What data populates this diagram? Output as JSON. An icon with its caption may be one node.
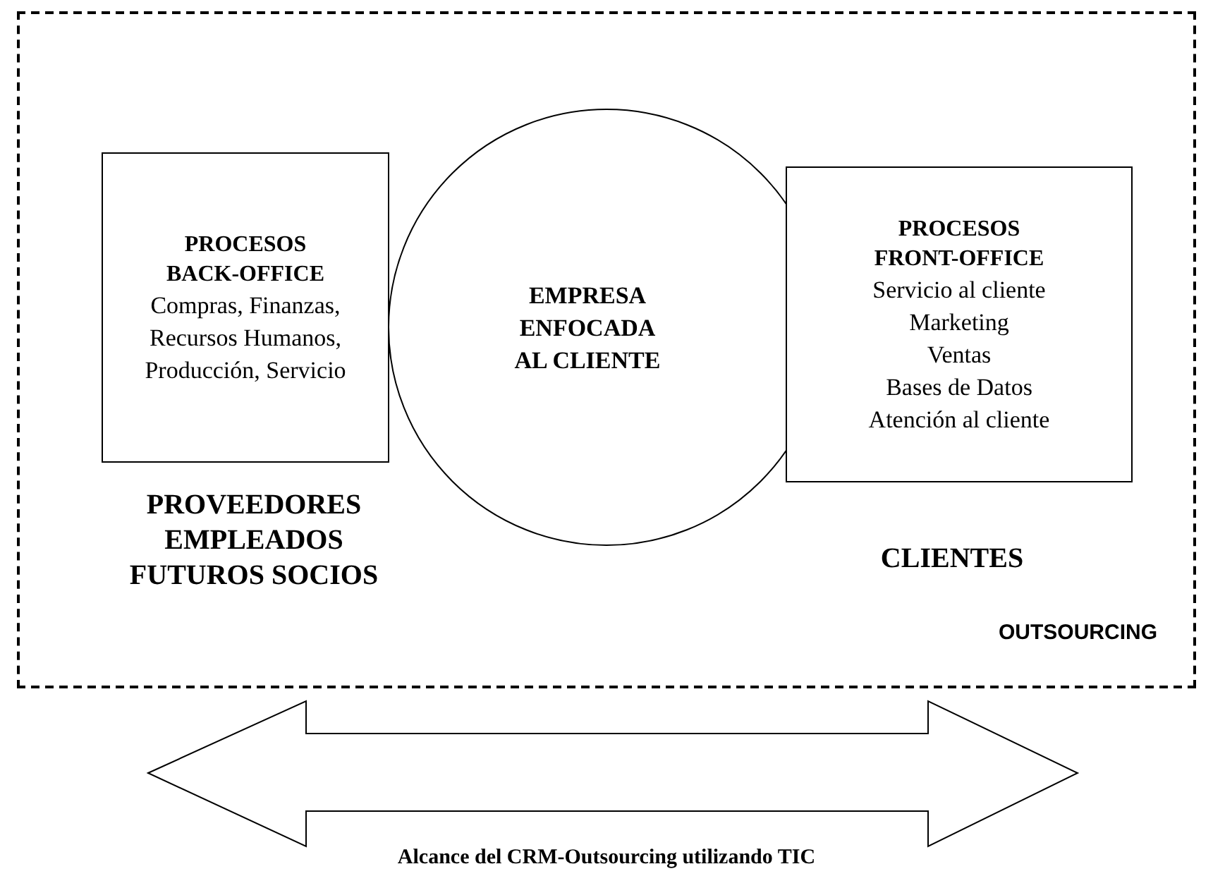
{
  "diagram": {
    "caption": "Alcance del CRM-Outsourcing utilizando TIC",
    "nodes": [
      {
        "text": [
          "OUTSOURCING"
        ]
      },
      {
        "text": [
          "EMPRESA ENFOCADA AL CLIENTE"
        ],
        "in": 0
      },
      {
        "text": [
          "PROCESOS BACK-OFFICE",
          "Compras, Finanzas, Recursos Humanos, Producción, Servicio"
        ],
        "in": 0
      },
      {
        "text": [
          "PROCESOS FRONT-OFFICE",
          "Servicio al cliente",
          "Marketing",
          "Ventas",
          "Bases de Datos",
          "Atención al cliente"
        ],
        "in": 0
      }
    ],
    "edges": [],
    "labels": [
      "PROVEEDORES EMPLEADOS FUTUROS SOCIOS",
      "CLIENTES"
    ]
  }
}
